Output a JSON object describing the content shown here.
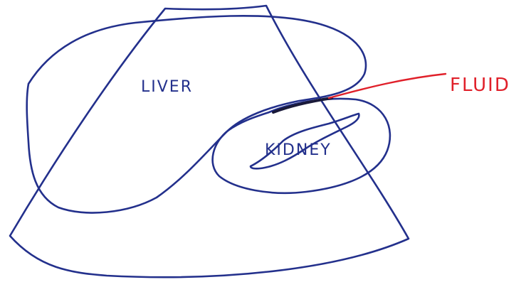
{
  "diagram": {
    "labels": {
      "liver": "LIVER",
      "kidney": "KIDNEY",
      "fluid": "FLUID"
    },
    "colors": {
      "outline": "#23308c",
      "fluid": "#e0202a",
      "fluid_layer": "#1a1a3a",
      "background": "#ffffff"
    }
  }
}
